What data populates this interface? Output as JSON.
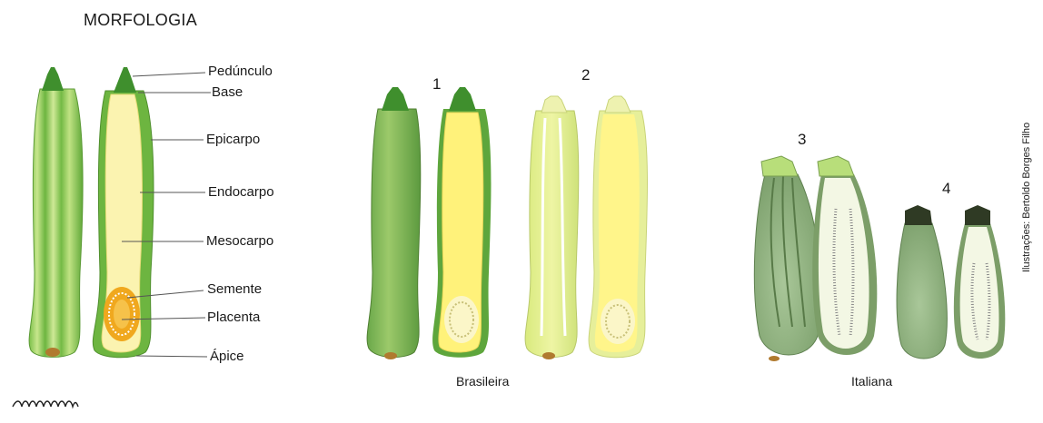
{
  "title": "MORFOLOGIA",
  "parts": {
    "peduncle": "Pedúnculo",
    "base": "Base",
    "epicarp": "Epicarpo",
    "endocarp": "Endocarpo",
    "mesocarp": "Mesocarpo",
    "seed": "Semente",
    "placenta": "Placenta",
    "apex": "Ápice"
  },
  "varieties": {
    "n1": "1",
    "n2": "2",
    "n3": "3",
    "n4": "4",
    "brasileira": "Brasileira",
    "italiana": "Italiana"
  },
  "credit": "Ilustrações: Bertoldo Borges Filho",
  "signature": "BBORGES",
  "colors": {
    "dark_green": "#5aa637",
    "light_green": "#b8de7a",
    "pale_yellow": "#fbf3a8",
    "bright_yellow": "#fff27a",
    "orange": "#f0a81e",
    "gray_green": "#8fb07a"
  }
}
